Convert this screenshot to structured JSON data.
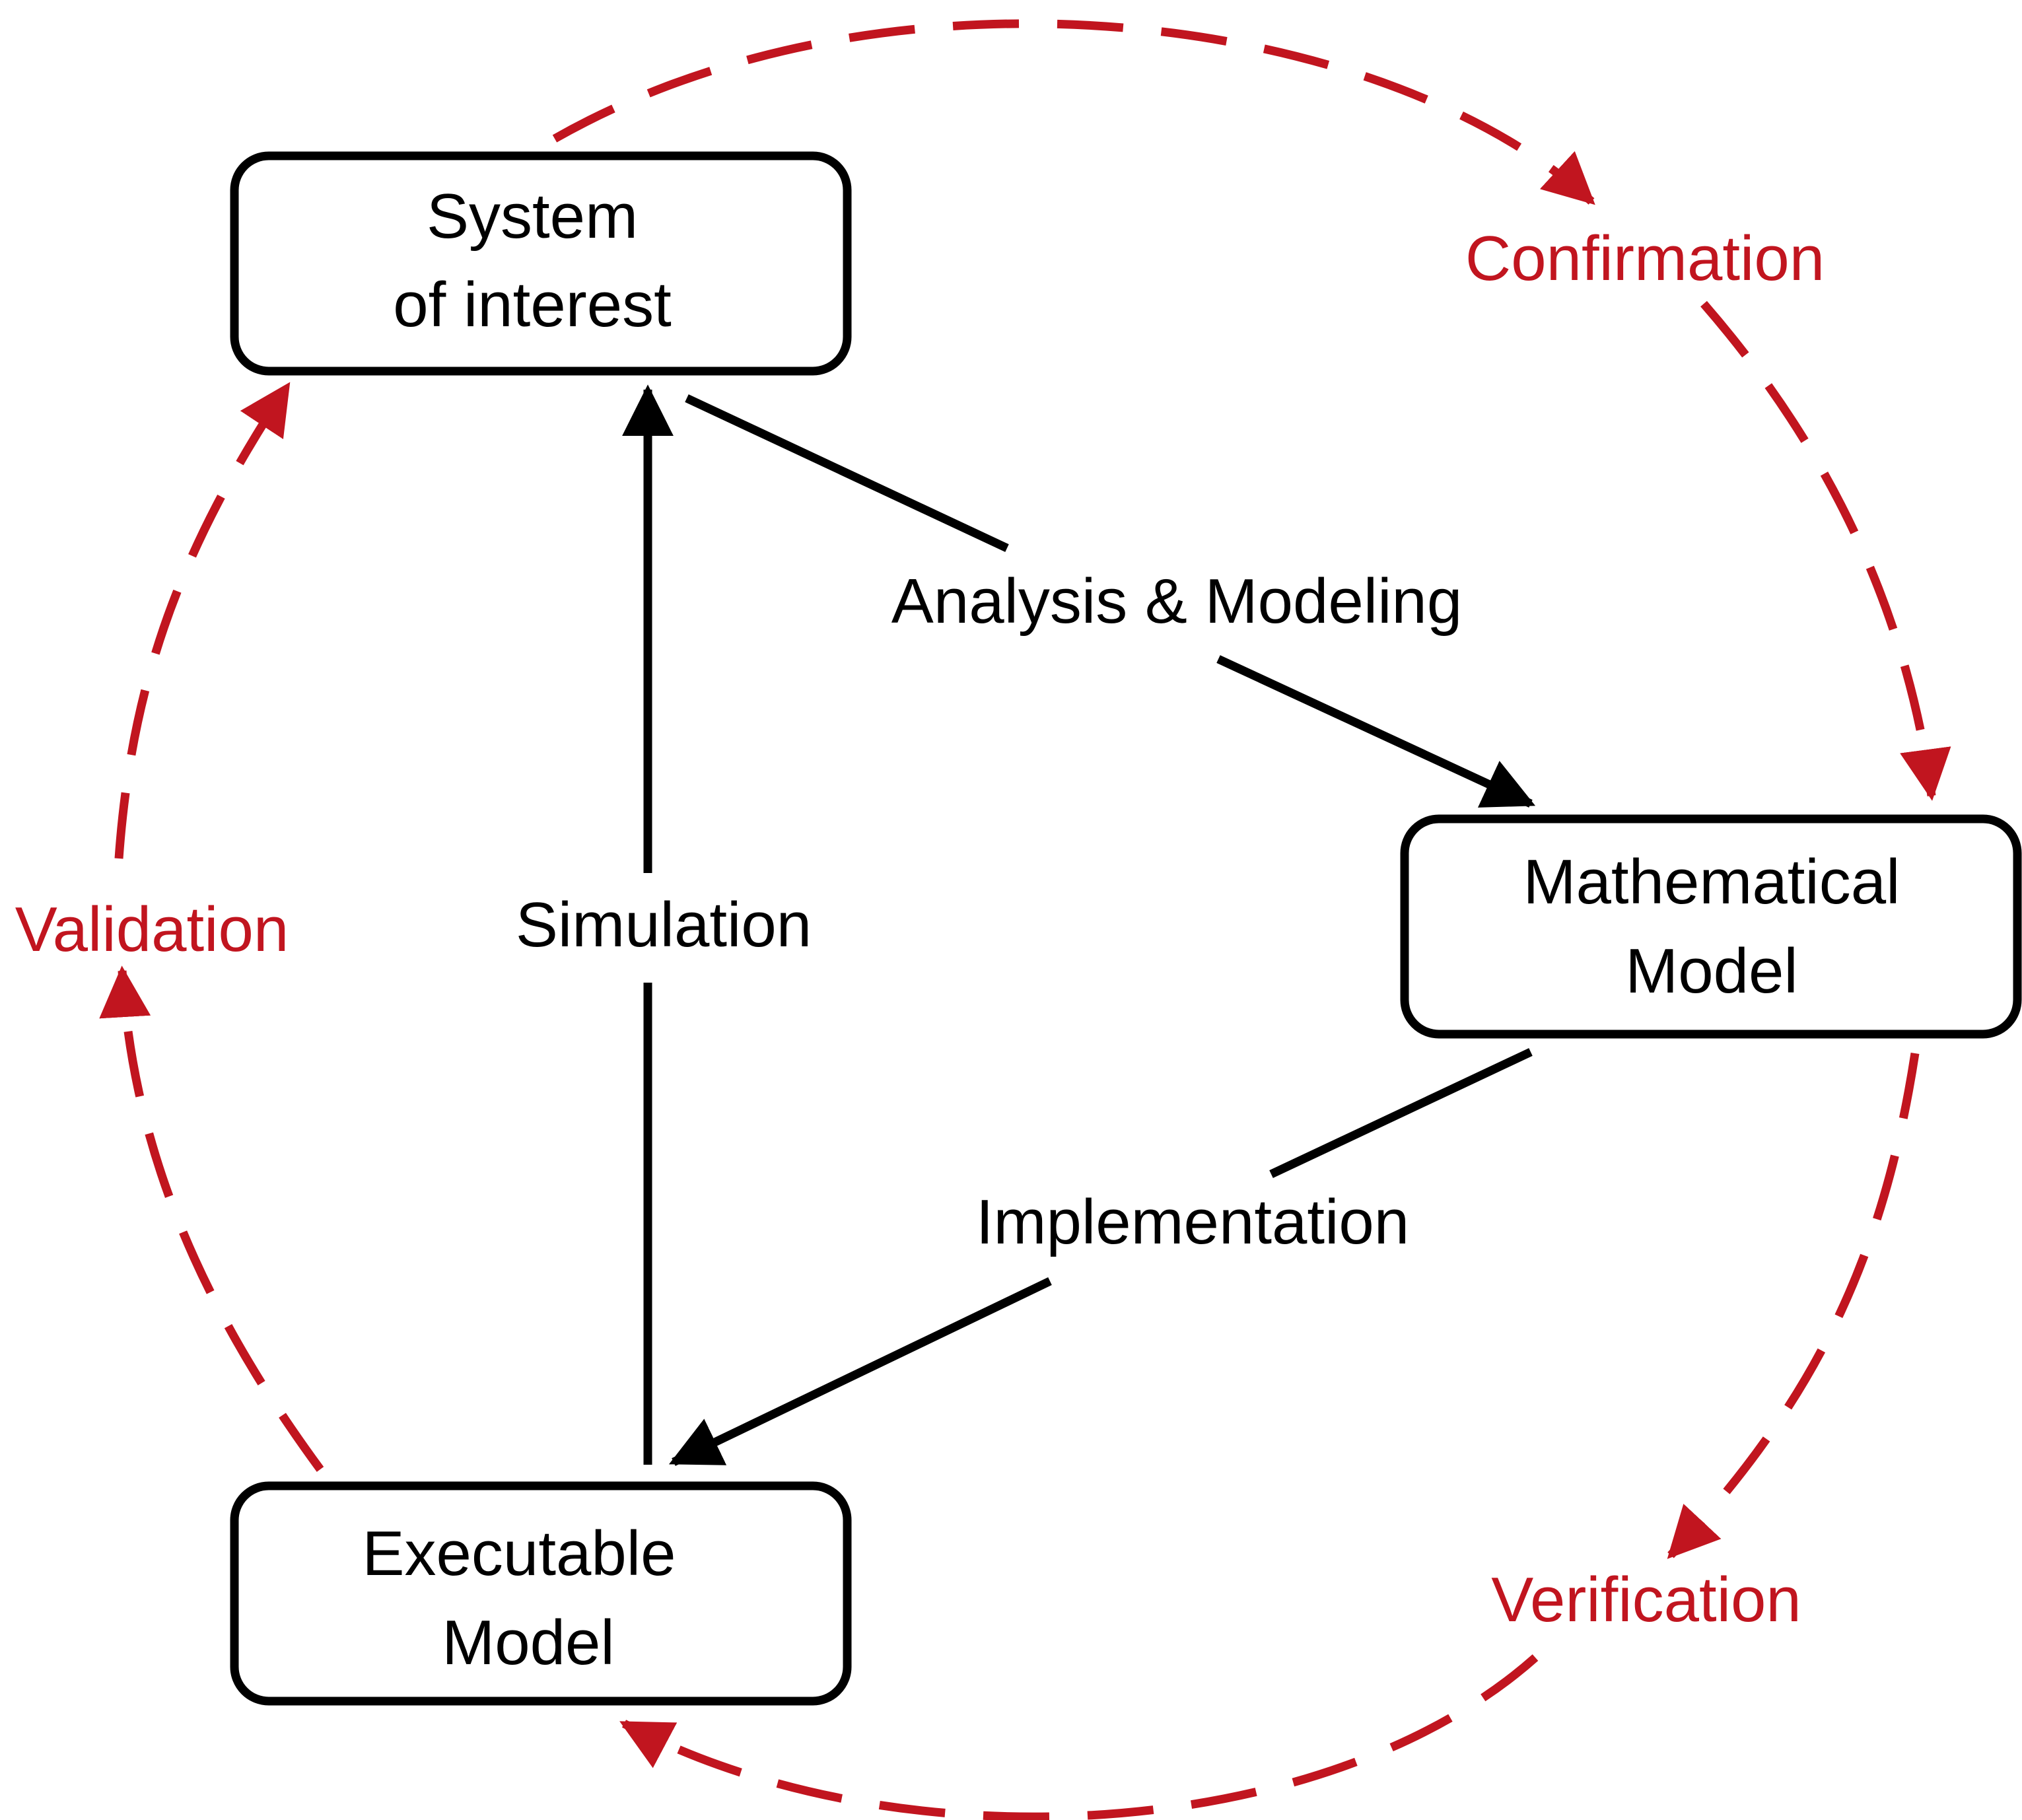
{
  "colors": {
    "cycle": "#c1151f",
    "main": "#000000"
  },
  "nodes": {
    "system": {
      "line1": "System",
      "line2": "of interest"
    },
    "math": {
      "line1": "Mathematical",
      "line2": "Model"
    },
    "exec": {
      "line1": "Executable",
      "line2": "Model"
    }
  },
  "edges": {
    "analysis": "Analysis & Modeling",
    "implementation": "Implementation",
    "simulation": "Simulation"
  },
  "cycle": {
    "confirmation": "Confirmation",
    "verification": "Verification",
    "validation": "Validation"
  }
}
